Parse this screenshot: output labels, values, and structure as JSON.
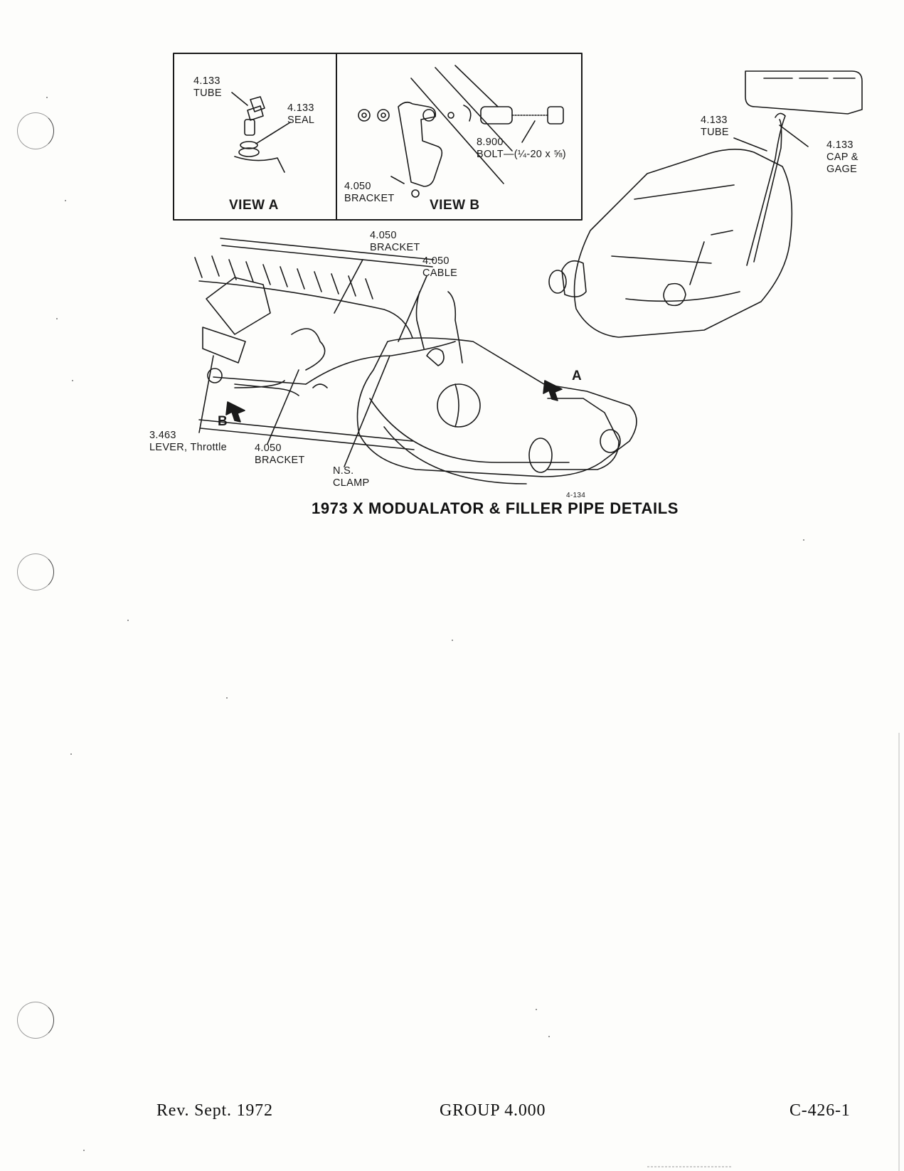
{
  "figure": {
    "view_a": {
      "tube_label": [
        "4.133",
        "TUBE"
      ],
      "seal_label": [
        "4.133",
        "SEAL"
      ],
      "title": "VIEW A"
    },
    "view_b": {
      "bolt_label": [
        "8.900",
        "BOLT—(¼-20 x ⅝)"
      ],
      "bracket_label": [
        "4.050",
        "BRACKET"
      ],
      "title": "VIEW B"
    },
    "transmission_labels": {
      "tube": [
        "4.133",
        "TUBE"
      ],
      "cap_gage": [
        "4.133",
        "CAP &",
        "GAGE"
      ]
    },
    "engine_labels": {
      "bracket_top": [
        "4.050",
        "BRACKET"
      ],
      "cable": [
        "4.050",
        "CABLE"
      ],
      "lever": [
        "3.463",
        "LEVER, Throttle"
      ],
      "bracket_bottom": [
        "4.050",
        "BRACKET"
      ],
      "clamp": [
        "N.S.",
        "CLAMP"
      ],
      "arrow_a": "A",
      "arrow_b": "B"
    },
    "figure_number": "4-134",
    "caption": "1973 X MODUALATOR & FILLER PIPE DETAILS"
  },
  "footer": {
    "revision": "Rev. Sept. 1972",
    "group": "GROUP 4.000",
    "page_code": "C-426-1"
  }
}
